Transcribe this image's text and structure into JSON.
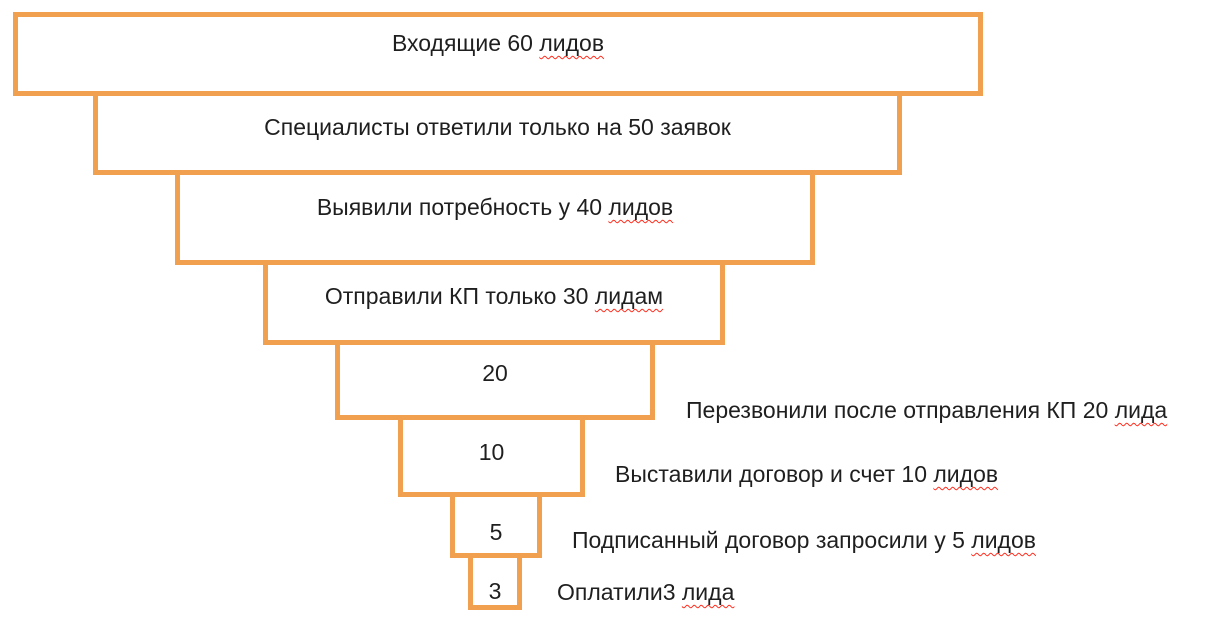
{
  "diagram": {
    "type": "sales-funnel",
    "language": "ru",
    "colors": {
      "box_border": "#f0a04f",
      "box_fill": "#ffffff",
      "text": "#1f1f1f",
      "spellcheck_underline": "#ff2a1a"
    },
    "stages": [
      {
        "id": "incoming-leads",
        "value": 60,
        "text": "Входящие 60 ",
        "flagged": "лидов"
      },
      {
        "id": "answered-requests",
        "value": 50,
        "text": "Специалисты ответили только на 50 заявок",
        "flagged": ""
      },
      {
        "id": "need-identified",
        "value": 40,
        "text": "Выявили потребность у 40 ",
        "flagged": "лидов"
      },
      {
        "id": "proposal-sent",
        "value": 30,
        "text": "Отправили КП только 30 ",
        "flagged": "лидам"
      },
      {
        "id": "called-back",
        "value": 20,
        "text": "20",
        "flagged": ""
      },
      {
        "id": "invoice-issued",
        "value": 10,
        "text": "10",
        "flagged": ""
      },
      {
        "id": "contract-requested",
        "value": 5,
        "text": "5",
        "flagged": ""
      },
      {
        "id": "paid",
        "value": 3,
        "text": "3",
        "flagged": ""
      }
    ],
    "annotations": [
      {
        "for_value": 20,
        "text": "Перезвонили после отправления КП 20 ",
        "flagged": "лида"
      },
      {
        "for_value": 10,
        "text": "Выставили договор и счет 10 ",
        "flagged": "лидов"
      },
      {
        "for_value": 5,
        "text": "Подписанный договор запросили у 5 ",
        "flagged": "лидов"
      },
      {
        "for_value": 3,
        "text": "Оплатили3 ",
        "flagged": "лида"
      }
    ]
  }
}
